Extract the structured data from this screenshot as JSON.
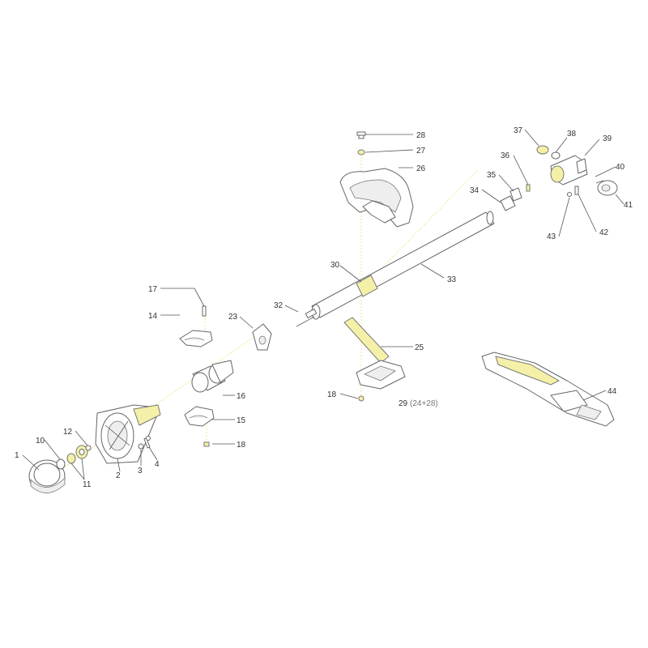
{
  "colors": {
    "line": "#666666",
    "highlight": "#f5f0a8",
    "assembly_line": "#ede98a",
    "label": "#333333"
  },
  "labels": {
    "p1": "1",
    "p2": "2",
    "p3": "3",
    "p4": "4",
    "p10": "10",
    "p11": "11",
    "p12": "12",
    "p14": "14",
    "p15": "15",
    "p16": "16",
    "p17": "17",
    "p18a": "18",
    "p18b": "18",
    "p23": "23",
    "p25": "25",
    "p26": "26",
    "p27": "27",
    "p28": "28",
    "p29": "29",
    "p29_sub": "(24+28)",
    "p30": "30",
    "p32": "32",
    "p33": "33",
    "p34": "34",
    "p35": "35",
    "p36": "36",
    "p37": "37",
    "p38": "38",
    "p39": "39",
    "p40": "40",
    "p41": "41",
    "p42": "42",
    "p43": "43",
    "p44": "44"
  }
}
